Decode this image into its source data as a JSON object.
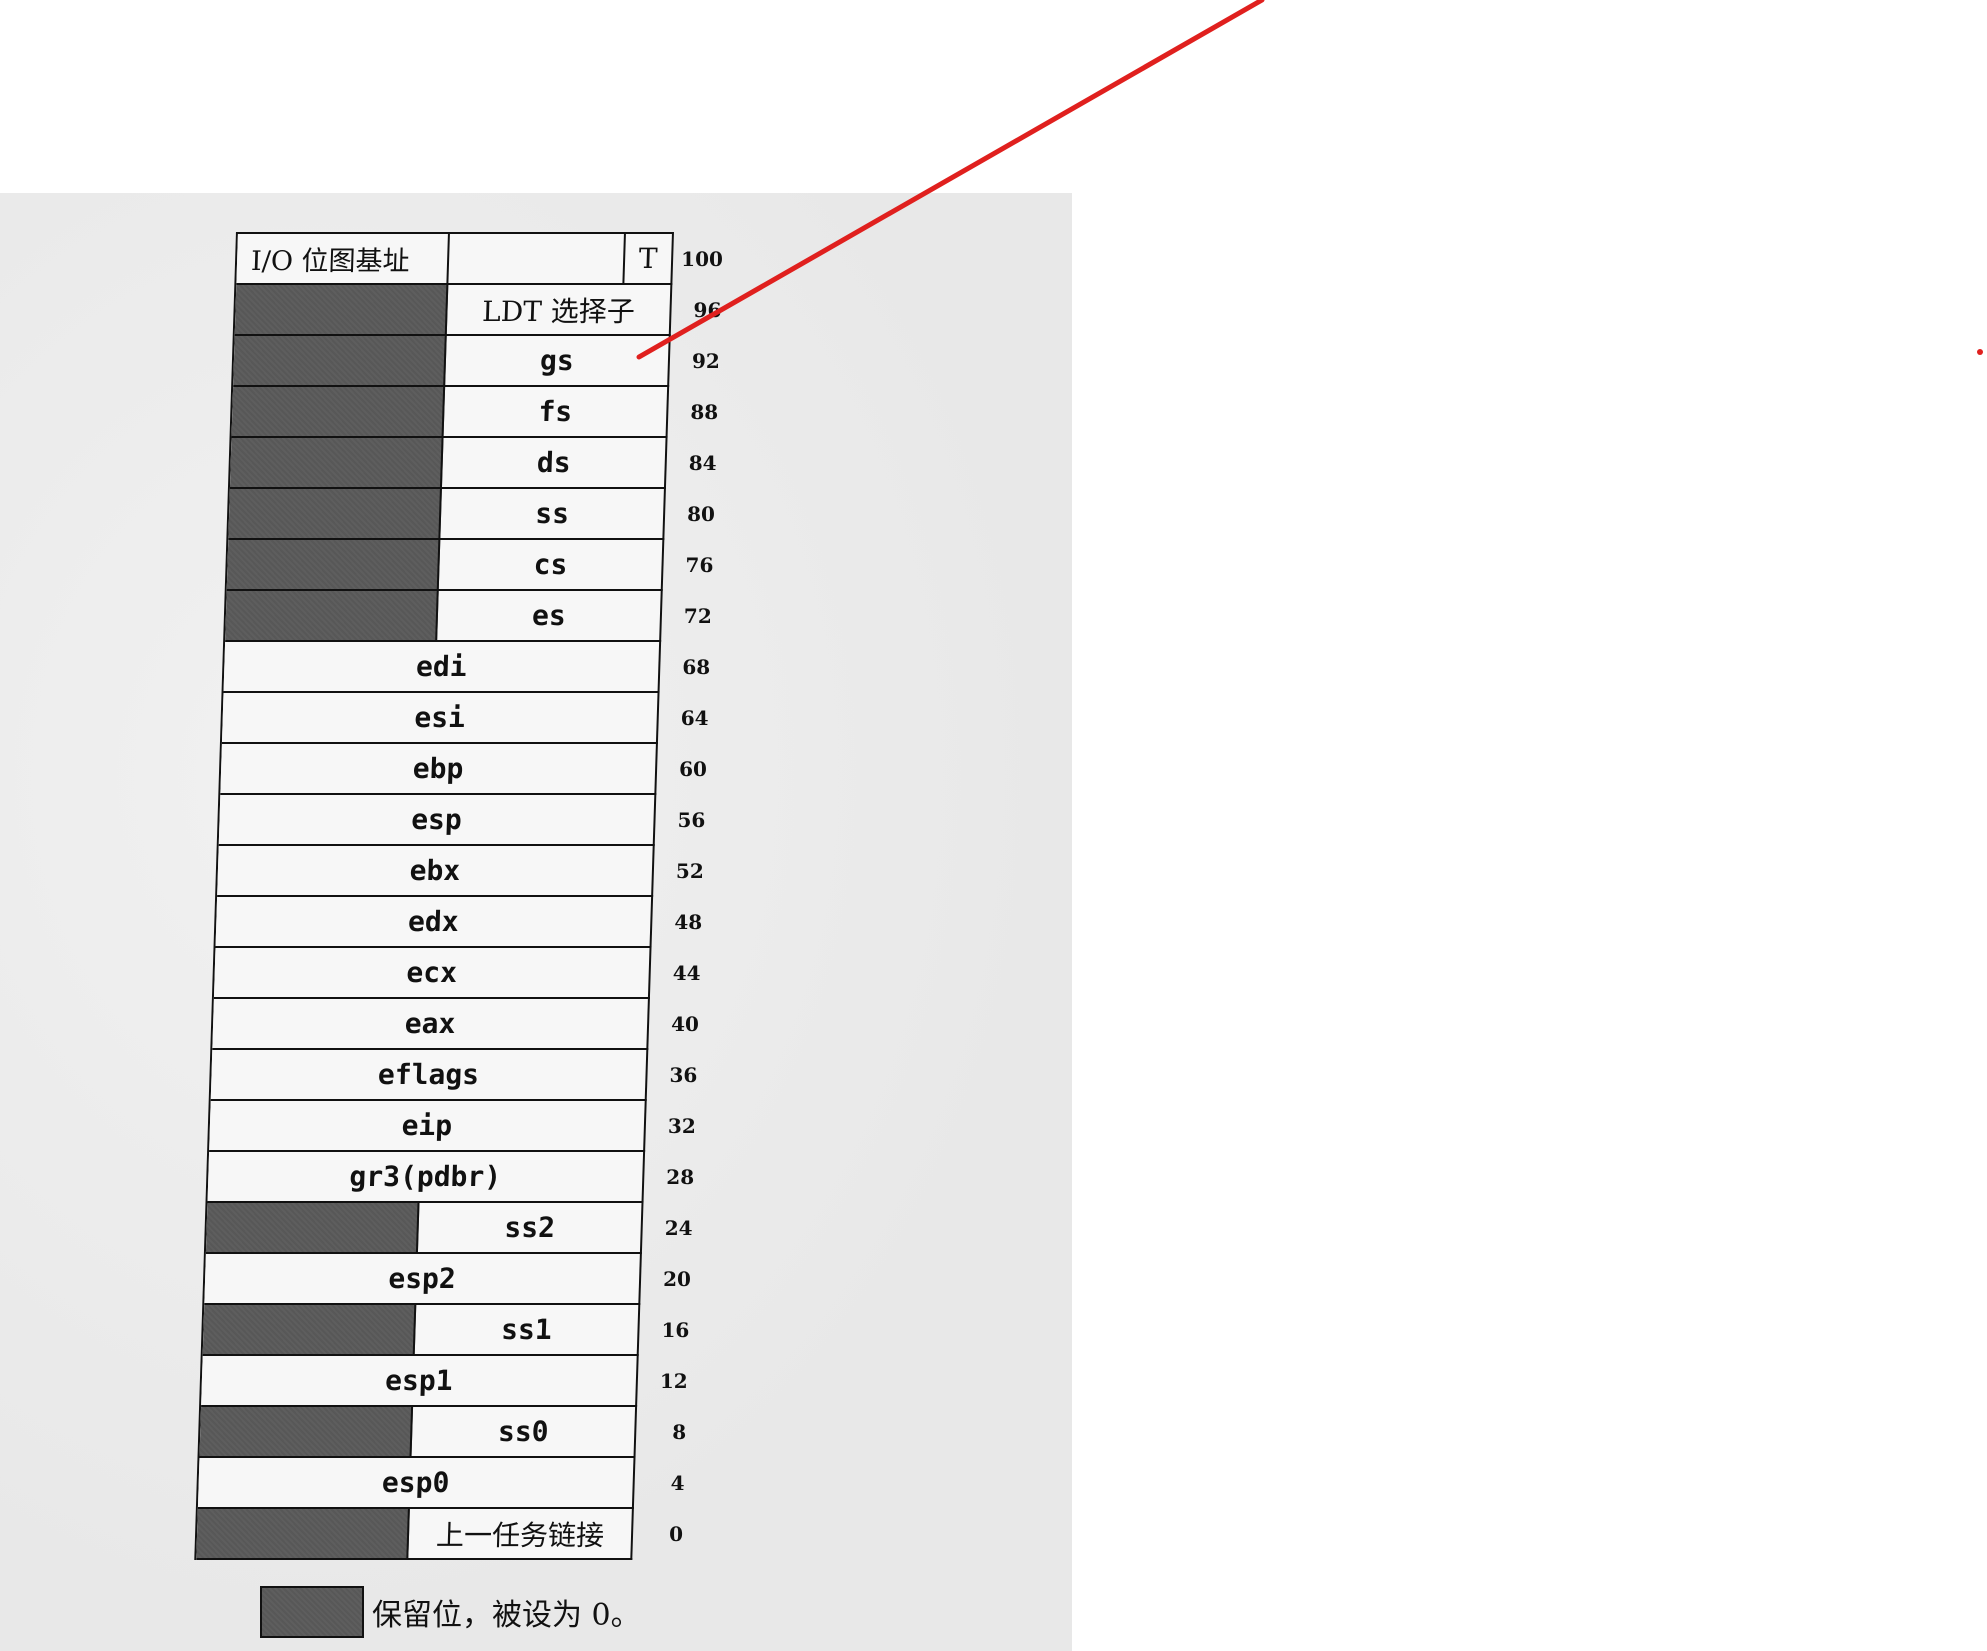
{
  "rows": [
    {
      "type": "header",
      "io_label": "I/O 位图基址",
      "t_label": "T",
      "offset": "100"
    },
    {
      "type": "split",
      "label": "LDT 选择子",
      "offset": "96",
      "cjk": true
    },
    {
      "type": "split",
      "label": "gs",
      "offset": "92"
    },
    {
      "type": "split",
      "label": "fs",
      "offset": "88"
    },
    {
      "type": "split",
      "label": "ds",
      "offset": "84"
    },
    {
      "type": "split",
      "label": "ss",
      "offset": "80"
    },
    {
      "type": "split",
      "label": "cs",
      "offset": "76"
    },
    {
      "type": "split",
      "label": "es",
      "offset": "72"
    },
    {
      "type": "full",
      "label": "edi",
      "offset": "68"
    },
    {
      "type": "full",
      "label": "esi",
      "offset": "64"
    },
    {
      "type": "full",
      "label": "ebp",
      "offset": "60"
    },
    {
      "type": "full",
      "label": "esp",
      "offset": "56"
    },
    {
      "type": "full",
      "label": "ebx",
      "offset": "52"
    },
    {
      "type": "full",
      "label": "edx",
      "offset": "48"
    },
    {
      "type": "full",
      "label": "ecx",
      "offset": "44"
    },
    {
      "type": "full",
      "label": "eax",
      "offset": "40"
    },
    {
      "type": "full",
      "label": "eflags",
      "offset": "36"
    },
    {
      "type": "full",
      "label": "eip",
      "offset": "32"
    },
    {
      "type": "full",
      "label": "gr3(pdbr)",
      "offset": "28"
    },
    {
      "type": "split",
      "label": "ss2",
      "offset": "24"
    },
    {
      "type": "full",
      "label": "esp2",
      "offset": "20"
    },
    {
      "type": "split",
      "label": "ss1",
      "offset": "16"
    },
    {
      "type": "full",
      "label": "esp1",
      "offset": "12"
    },
    {
      "type": "split",
      "label": "ss0",
      "offset": "8"
    },
    {
      "type": "full",
      "label": "esp0",
      "offset": "4"
    },
    {
      "type": "split",
      "label": "上一任务链接",
      "offset": "0",
      "cjk": true
    }
  ],
  "legend": {
    "text": "保留位，被设为 0。"
  },
  "annotation": {
    "color": "#e0201e"
  }
}
